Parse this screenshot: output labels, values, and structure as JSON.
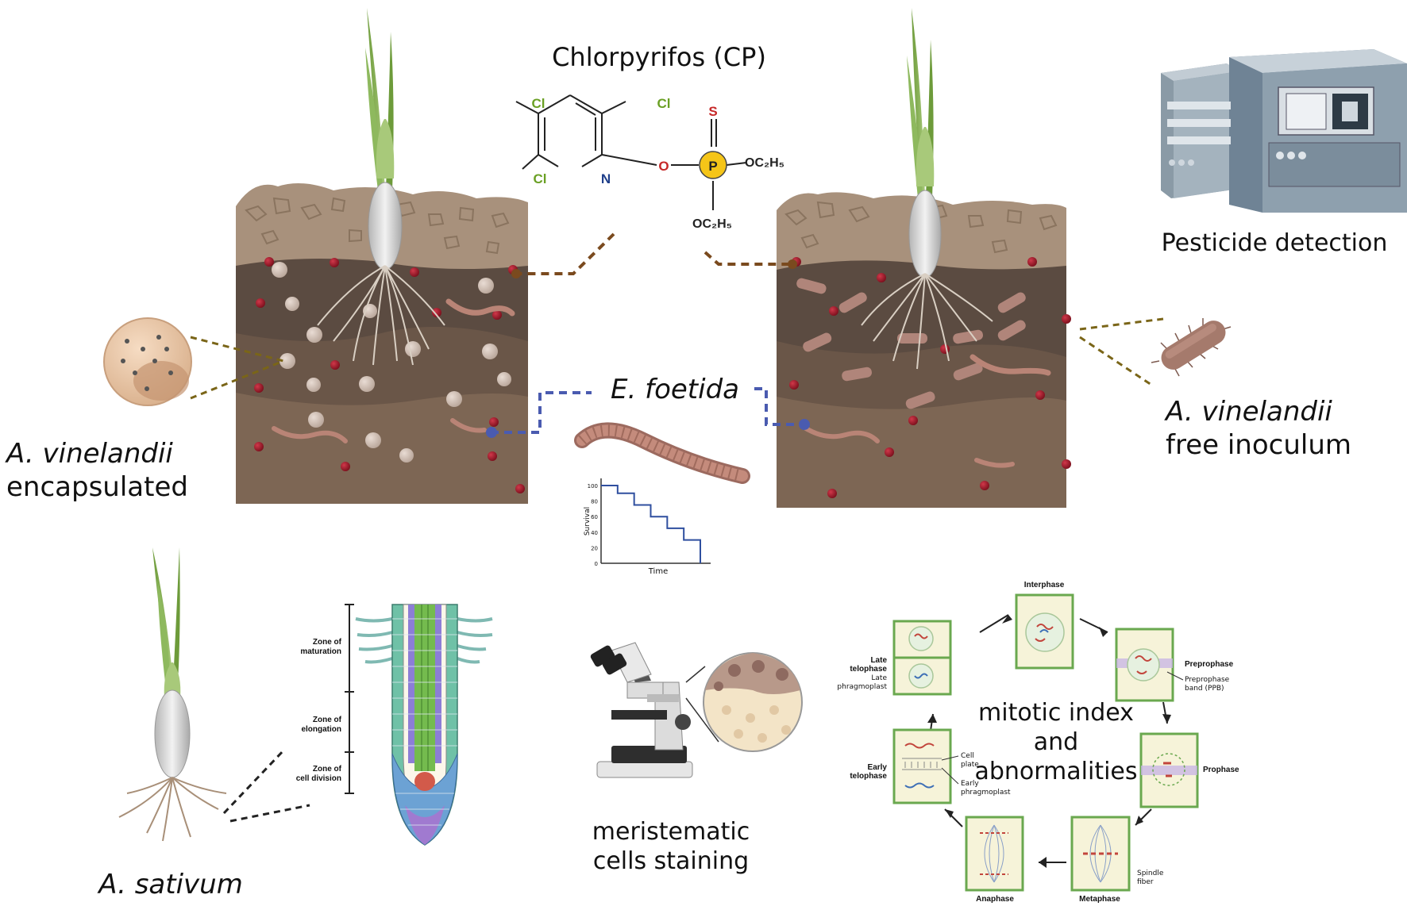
{
  "chemical": {
    "title": "Chlorpyrifos (CP)",
    "atoms": {
      "cl1": "Cl",
      "cl2": "Cl",
      "cl3": "Cl",
      "n": "N",
      "o": "O",
      "p": "P",
      "s": "S",
      "oet1": "OC2H5",
      "oet2": "OC2H5"
    }
  },
  "labels": {
    "pesticide_detection": "Pesticide detection",
    "encapsulated_species": "A. vinelandii",
    "encapsulated_text": "encapsulated",
    "free_species": "A. vinelandii",
    "free_text": "free inoculum",
    "worm": "E. foetida",
    "plant": "A. sativum",
    "staining_line1": "meristematic",
    "staining_line2": "cells staining",
    "mitotic_line1": "mitotic index",
    "mitotic_line2": "and",
    "mitotic_line3": "abnormalities"
  },
  "root_zones": {
    "maturation": [
      "Zone of",
      "maturation"
    ],
    "elongation": [
      "Zone of",
      "elongation"
    ],
    "division": [
      "Zone of",
      "cell division"
    ]
  },
  "cell_cycle": {
    "interphase": "Interphase",
    "preprophase": "Preprophase",
    "ppb_label": [
      "Preprophase",
      "band (PPB)"
    ],
    "prophase": "Prophase",
    "metaphase": "Metaphase",
    "spindle_label": [
      "Spindle",
      "fiber"
    ],
    "anaphase": "Anaphase",
    "early_telophase": [
      "Early",
      "telophase"
    ],
    "cell_plate": [
      "Cell",
      "plate"
    ],
    "early_phragmoplast": [
      "Early",
      "phragmoplast"
    ],
    "late_telophase": [
      "Late",
      "telophase"
    ],
    "late_phragmoplast": [
      "Late",
      "phragmoplast"
    ]
  },
  "survival_chart": {
    "ylabel": "Survival",
    "xlabel": "Time",
    "yticks": [
      "100",
      "80",
      "60",
      "40",
      "20",
      "0"
    ],
    "steps": [
      100,
      90,
      75,
      60,
      45,
      30,
      0
    ]
  },
  "colors": {
    "soil_dark": "#5b4b41",
    "soil_mid": "#6e5c50",
    "soil_light": "#7d6654",
    "pebble": "#a8917c",
    "worm": "#b98476",
    "blue_connector": "#4a5bb0",
    "brown_connector": "#7a4a1e",
    "cell_border": "#6aa84f",
    "cell_fill": "#f6f3d9"
  }
}
